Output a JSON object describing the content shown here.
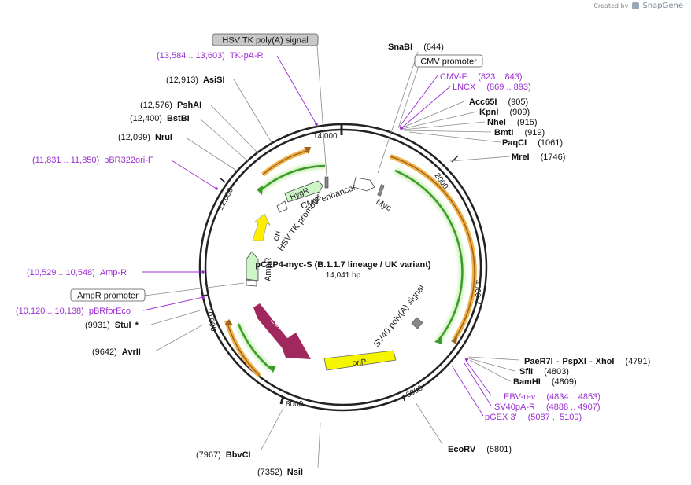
{
  "credit": {
    "prefix": "Created by",
    "brand": "SnapGene"
  },
  "plasmid": {
    "name": "pCEP4-myc-S (B.1.1.7 lineage / UK variant)",
    "length_label": "14,041 bp"
  },
  "ruler": [
    "14,000",
    "2000",
    "4000",
    "6000",
    "8000",
    "10,000",
    "12,000"
  ],
  "enzymes": [
    {
      "name": "SnaBI",
      "pos": "(644)"
    },
    {
      "name": "Acc65I",
      "pos": "(905)"
    },
    {
      "name": "KpnI",
      "pos": "(909)"
    },
    {
      "name": "NheI",
      "pos": "(915)"
    },
    {
      "name": "BmtI",
      "pos": "(919)"
    },
    {
      "name": "PaqCI",
      "pos": "(1061)"
    },
    {
      "name": "MreI",
      "pos": "(1746)"
    },
    {
      "name": "PaeR7I",
      "pos": ""
    },
    {
      "name": "PspXI",
      "pos": ""
    },
    {
      "name": "XhoI",
      "pos": "(4791)"
    },
    {
      "name": "SfiI",
      "pos": "(4803)"
    },
    {
      "name": "BamHI",
      "pos": "(4809)"
    },
    {
      "name": "EcoRV",
      "pos": "(5801)"
    },
    {
      "name": "NsiI",
      "pos": "(7352)"
    },
    {
      "name": "BbvCI",
      "pos": "(7967)"
    },
    {
      "name": "AvrII",
      "pos": "(9642)"
    },
    {
      "name": "StuI",
      "pos": "(9931)",
      "mark": "*"
    },
    {
      "name": "NruI",
      "pos": "(12,099)"
    },
    {
      "name": "BstBI",
      "pos": "(12,400)"
    },
    {
      "name": "PshAI",
      "pos": "(12,576)"
    },
    {
      "name": "AsiSI",
      "pos": "(12,913)"
    }
  ],
  "primers": [
    {
      "name": "CMV-F",
      "range": "(823 .. 843)"
    },
    {
      "name": "LNCX",
      "range": "(869 .. 893)"
    },
    {
      "name": "EBV-rev",
      "range": "(4834 .. 4853)"
    },
    {
      "name": "SV40pA-R",
      "range": "(4888 .. 4907)"
    },
    {
      "name": "pGEX 3'",
      "range": "(5087 .. 5109)"
    },
    {
      "name": "pBRforEco",
      "range": "(10,120 .. 10,138)"
    },
    {
      "name": "Amp-R",
      "range": "(10,529 .. 10,548)"
    },
    {
      "name": "pBR322ori-F",
      "range": "(11,831 .. 11,850)"
    },
    {
      "name": "TK-pA-R",
      "range": "(13,584 .. 13,603)"
    }
  ],
  "boxed_features": [
    "HSV TK poly(A) signal",
    "CMV promoter",
    "AmpR promoter"
  ],
  "features": [
    "CMV enhancer",
    "Myc",
    "SV40 poly(A) signal",
    "oriP",
    "EBNA1",
    "AmpR",
    "ori",
    "HSV TK promoter",
    "HygR"
  ],
  "colors": {
    "orf": "#f2b24a",
    "orf_outline": "#d08a1e",
    "arc_green": "#3c9a2c",
    "arc_glow": "#c8f0b4",
    "primer": "#9b2fd3",
    "ebna": "#a0285f",
    "orip": "#f5f500",
    "resistance": "#cdf5c8",
    "backbone": "#222222"
  }
}
